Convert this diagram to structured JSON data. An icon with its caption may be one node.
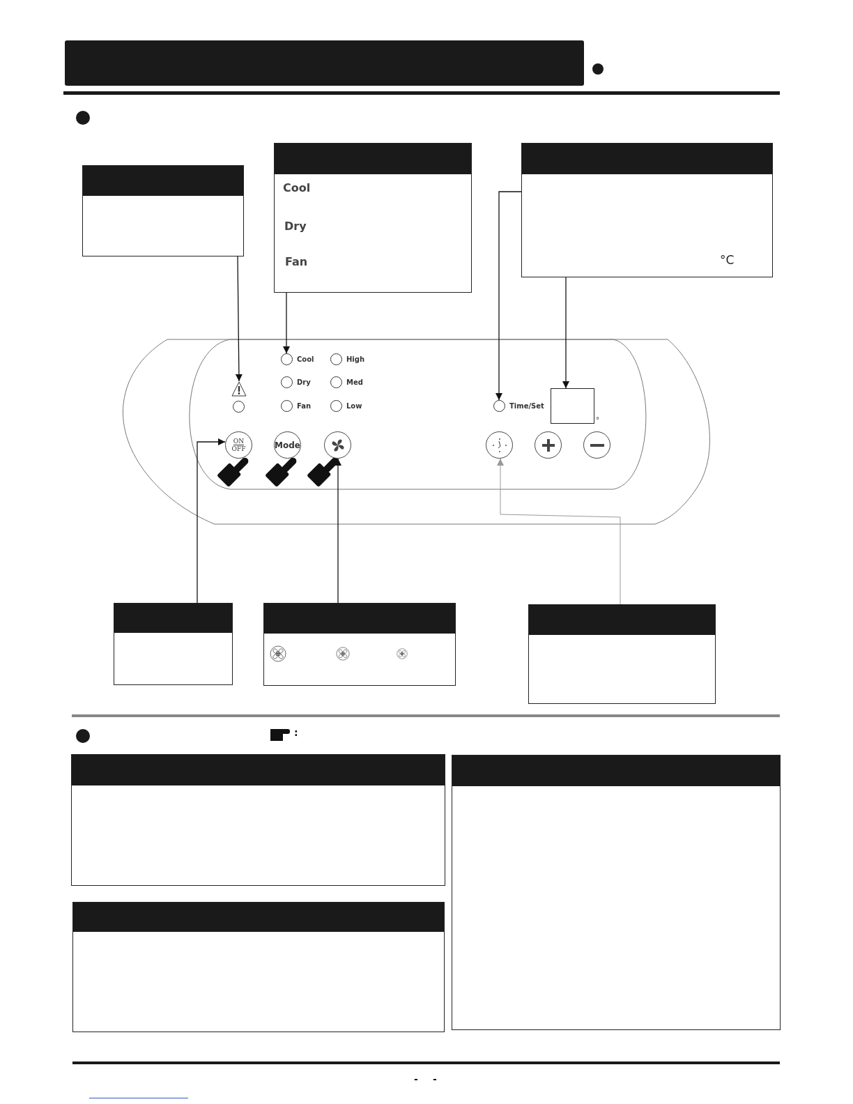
{
  "diagram": {
    "nodes": [
      {
        "text": [],
        "shape": "box"
      },
      {
        "text": [],
        "shape": "box"
      },
      {
        "text": [
          "Cool",
          "Dry",
          "Fan"
        ]
      },
      {
        "text": [
          "°C"
        ]
      },
      {
        "text": [],
        "shape": "triangle"
      },
      {
        "text": [],
        "shape": "circle"
      },
      {
        "text": [],
        "shape": "circle",
        "beside": [
          "Cool"
        ]
      },
      {
        "text": [],
        "shape": "circle",
        "beside": [
          "High"
        ]
      },
      {
        "text": [],
        "shape": "circle",
        "beside": [
          "Dry"
        ]
      },
      {
        "text": [],
        "shape": "circle",
        "beside": [
          "Med"
        ]
      },
      {
        "text": [],
        "shape": "circle",
        "beside": [
          "Fan"
        ]
      },
      {
        "text": [],
        "shape": "circle",
        "beside": [
          "Low"
        ]
      },
      {
        "text": [],
        "shape": "circle",
        "beside": [
          "Time/Set"
        ]
      },
      {
        "text": [],
        "shape": "box",
        "beside": [
          "°"
        ]
      },
      {
        "text": [
          "ON",
          "OFF"
        ]
      },
      {
        "text": [
          "Mode"
        ]
      },
      {
        "text": [],
        "shape": "circle"
      },
      {
        "text": [],
        "shape": "circle"
      },
      {
        "text": [],
        "shape": "circle"
      },
      {
        "text": [],
        "shape": "circle"
      },
      {
        "text": [],
        "shape": "box"
      },
      {
        "text": [],
        "shape": "box"
      },
      {
        "text": [],
        "shape": "box"
      },
      {
        "text": [],
        "shape": "box"
      },
      {
        "text": [],
        "shape": "box"
      },
      {
        "text": [],
        "shape": "box"
      }
    ],
    "edges": [
      {
        "from": 1,
        "to": 4,
        "arrow": "to"
      },
      {
        "from": 2,
        "to": 6,
        "arrow": "to"
      },
      {
        "from": 3,
        "to": 12,
        "arrow": "to"
      },
      {
        "from": 3,
        "to": 13,
        "arrow": "to"
      },
      {
        "from": 20,
        "to": 14,
        "arrow": "to"
      },
      {
        "from": 21,
        "to": 16,
        "arrow": "to"
      },
      {
        "from": 22,
        "to": 17,
        "arrow": "to",
        "color": "#999999"
      }
    ],
    "labels": [
      ":",
      "-",
      "-"
    ]
  }
}
